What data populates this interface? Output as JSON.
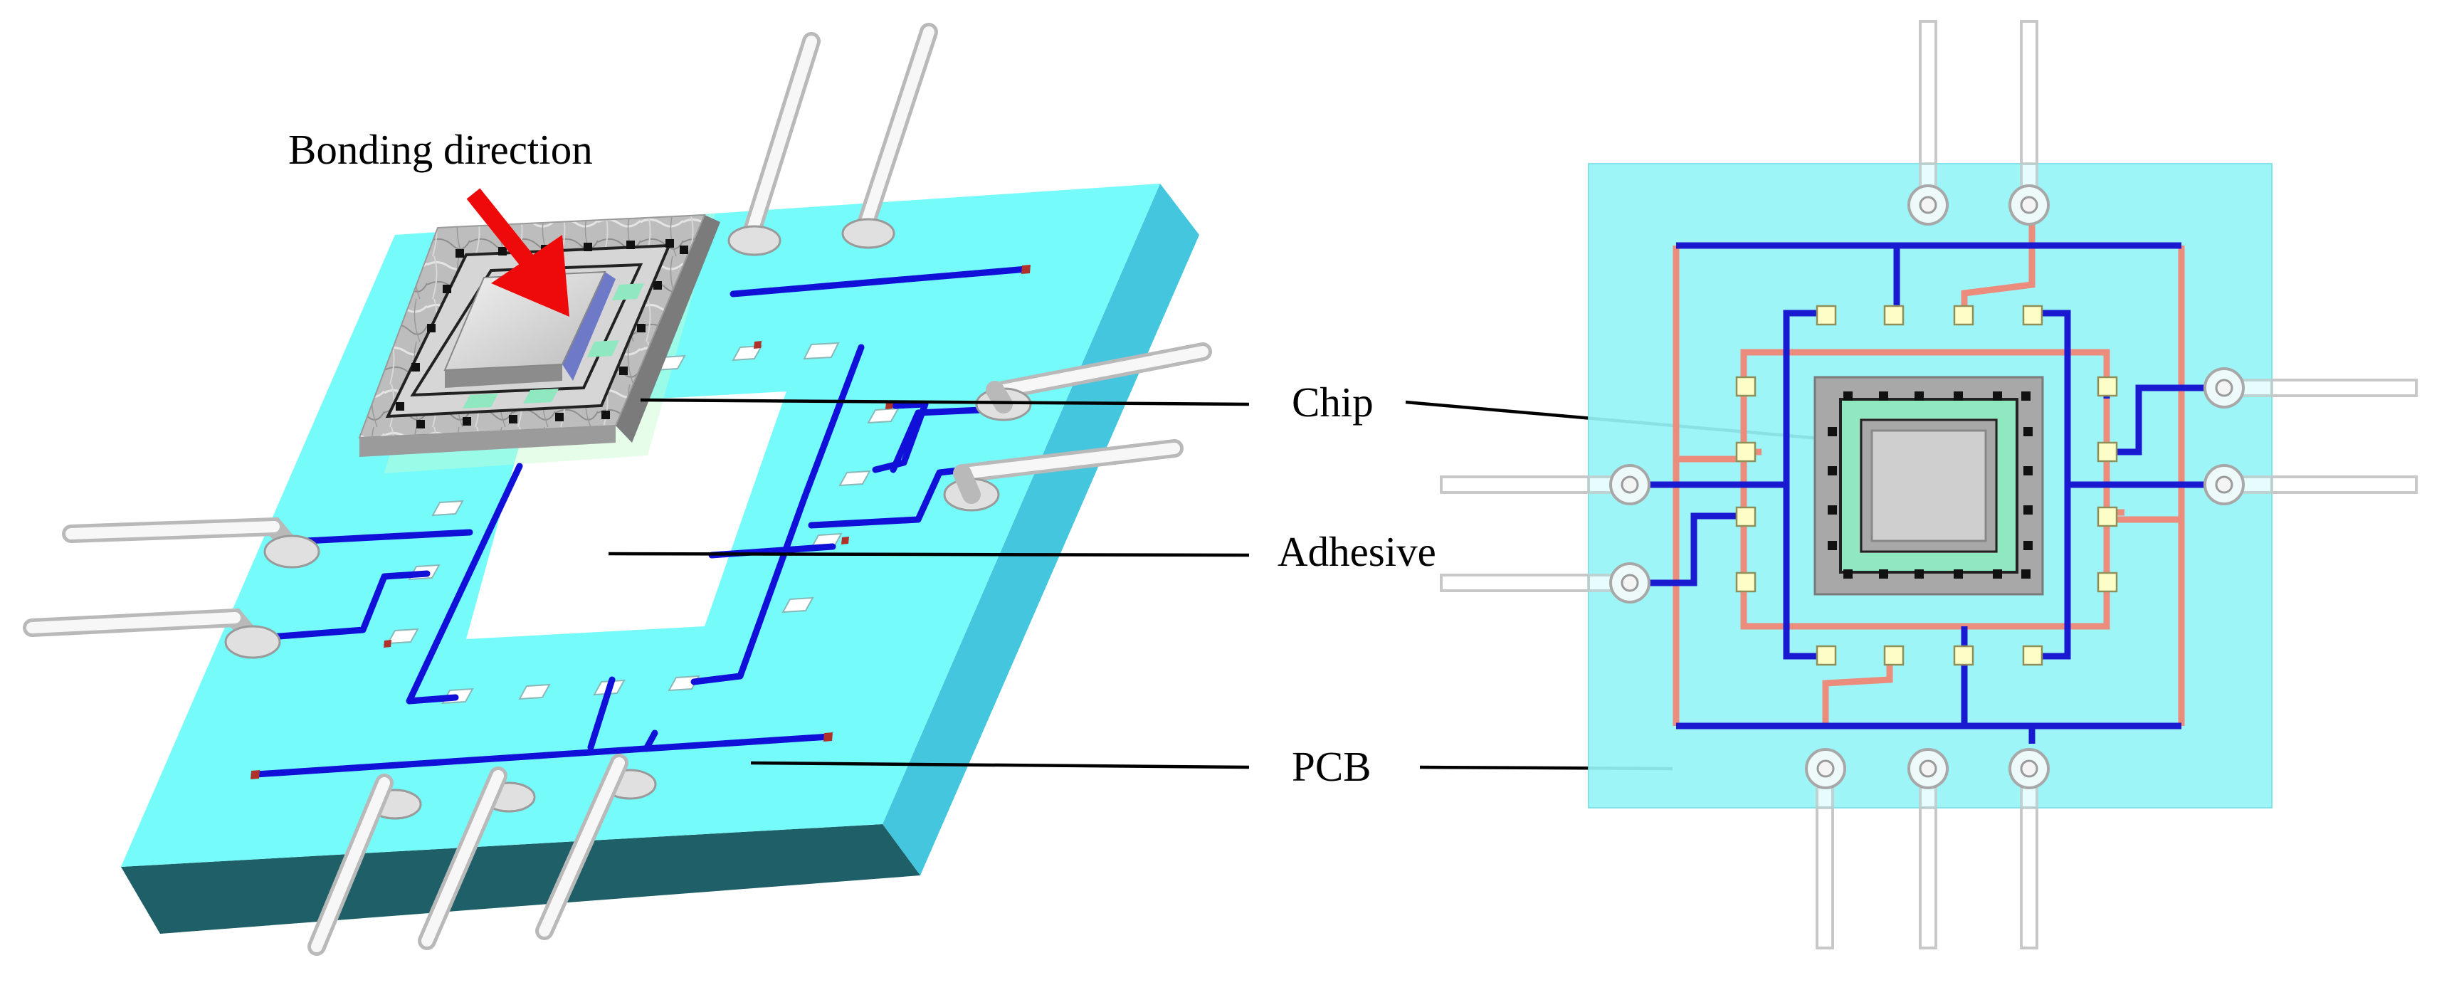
{
  "figure": {
    "labels": {
      "bonding_direction": "Bonding direction",
      "chip": "Chip",
      "adhesive": "Adhesive",
      "pcb": "PCB"
    },
    "colors": {
      "pcb_top": "#76fbfb",
      "pcb_side": "#44c6de",
      "pcb_front": "#1e5f68",
      "pcb_flat": "#96f5f8",
      "trace_blue": "#1010d8",
      "trace_salmon": "#ec8c7c",
      "arrow_red": "#ee0a0a",
      "pad_yellow": "#fdfdc8",
      "chip_gray": "#a8a8a8",
      "chip_inner": "#cfcfcf",
      "adhesive_green": "#8fe8c0"
    },
    "views": [
      "isometric-3d",
      "top-view-2d"
    ]
  }
}
